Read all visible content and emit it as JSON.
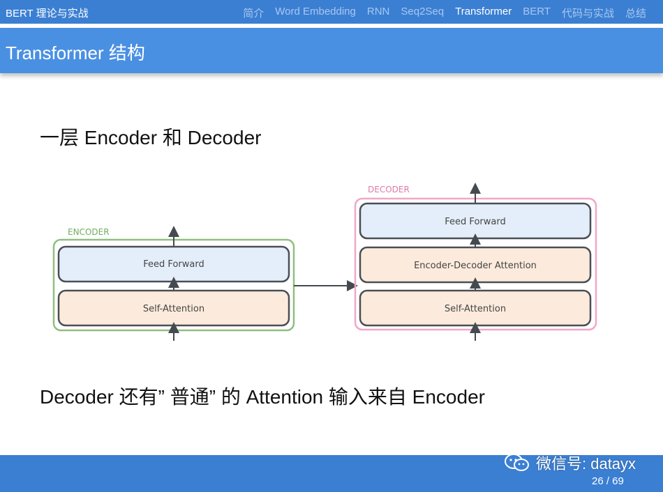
{
  "header": {
    "deck_title": "BERT 理论与实战",
    "nav": [
      "简介",
      "Word Embedding",
      "RNN",
      "Seq2Seq",
      "Transformer",
      "BERT",
      "代码与实战",
      "总结"
    ],
    "active": "Transformer"
  },
  "frame": {
    "title": "Transformer 结构"
  },
  "body": {
    "heading1": "一层 Encoder 和 Decoder",
    "heading2": "Decoder 还有” 普通” 的 Attention 输入来自 Encoder"
  },
  "diagram": {
    "encoder_label": "ENCODER",
    "decoder_label": "DECODER",
    "encoder_boxes": [
      "Feed Forward",
      "Self-Attention"
    ],
    "decoder_boxes": [
      "Feed Forward",
      "Encoder-Decoder Attention",
      "Self-Attention"
    ],
    "colors": {
      "encoder_border": "#8fbf7f",
      "encoder_label": "#6fae5f",
      "decoder_border": "#f0a7c8",
      "decoder_label": "#e07aa8",
      "feed_forward_fill": "#e4eefb",
      "attention_fill": "#fcebdc",
      "box_border": "#4a4f55",
      "arrow": "#444a50"
    }
  },
  "footer": {
    "wechat": "微信号: datayx",
    "page": "26 / 69"
  }
}
